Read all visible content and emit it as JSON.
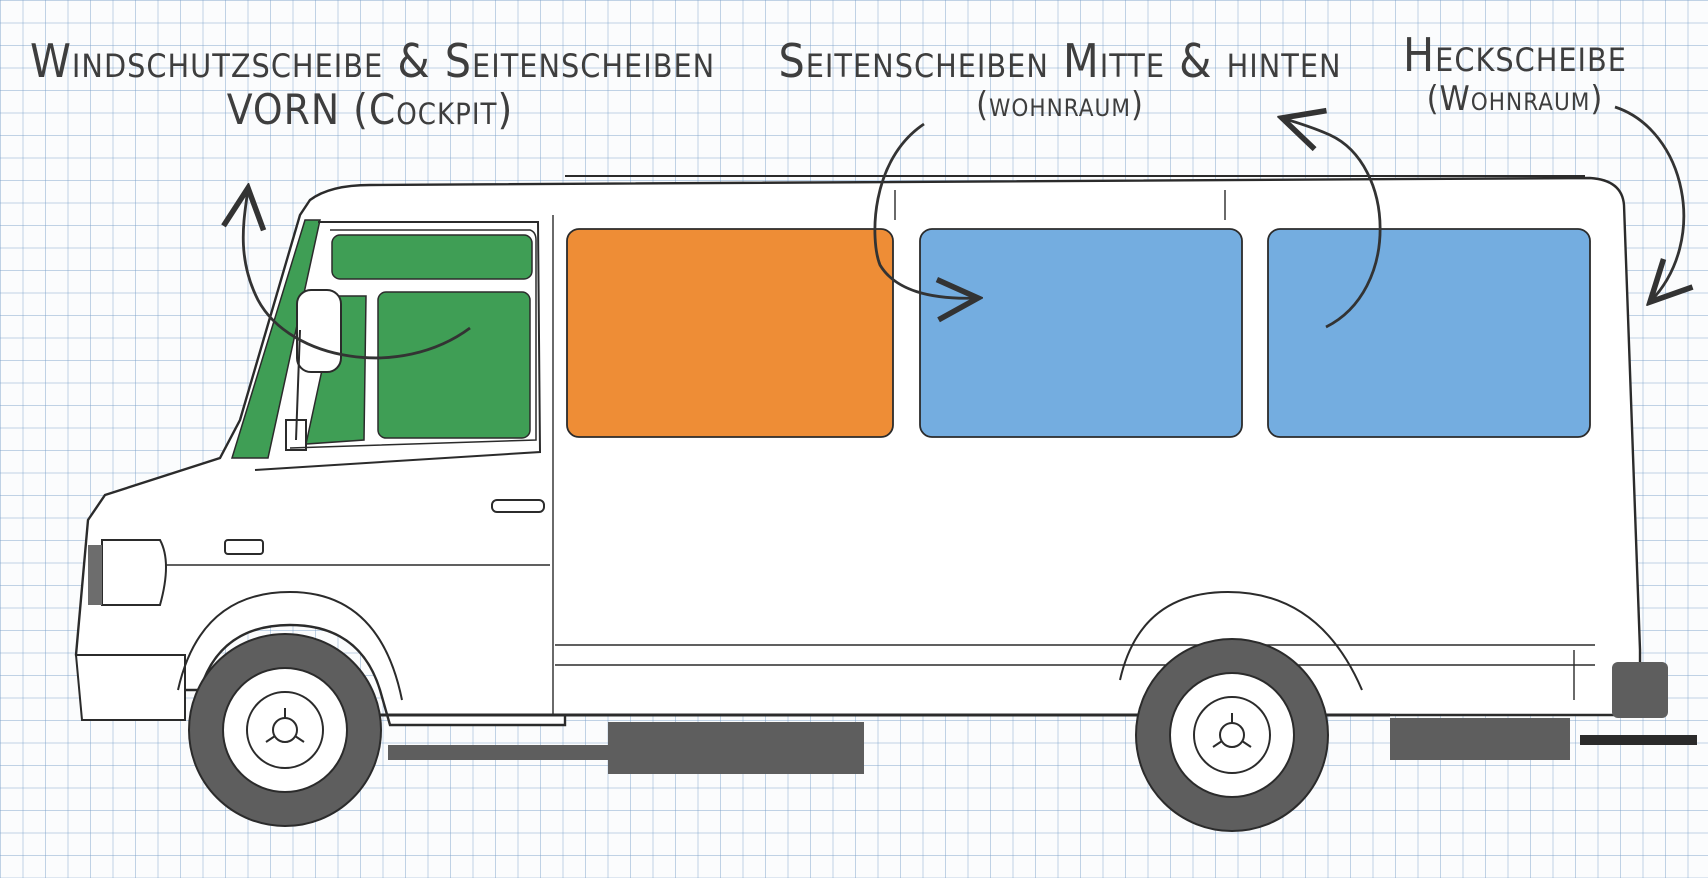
{
  "labels": {
    "cockpit": {
      "line1": "Windschutzscheibe & Seitenscheiben",
      "line2": "VORN (Cockpit)"
    },
    "middle": {
      "line1": "Seitenscheiben Mitte & hinten",
      "line2": "(wohnraum)"
    },
    "rear": {
      "line1": "Heckscheibe",
      "line2": "(Wohnraum)"
    }
  },
  "colors": {
    "cockpit_windows": "#3f9e55",
    "middle_window": "#ee8d36",
    "rear_windows": "#74ade0",
    "outline": "#2b2b2b",
    "dark_parts": "#5e5e5e"
  }
}
